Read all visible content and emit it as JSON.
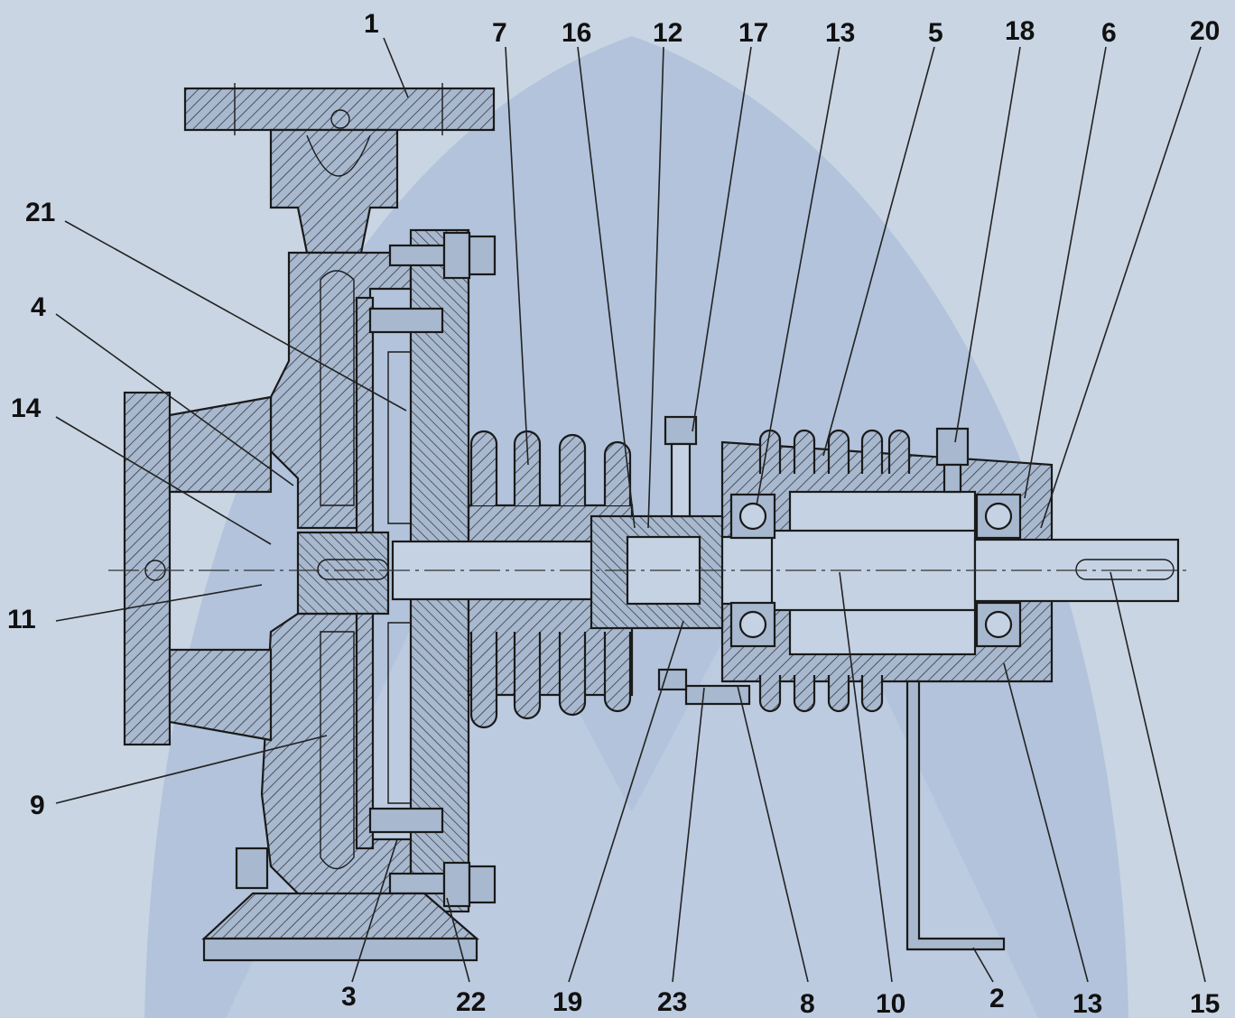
{
  "colors": {
    "background": "#c9d5e3",
    "watermark": "#a9bbd6",
    "part_fill": "#a7b8cf",
    "line": "#1a1a1a"
  },
  "labels": {
    "l1": "1",
    "l7": "7",
    "l16": "16",
    "l12": "12",
    "l17": "17",
    "l13_top": "13",
    "l5": "5",
    "l18": "18",
    "l6": "6",
    "l20": "20",
    "l21": "21",
    "l4": "4",
    "l14": "14",
    "l11": "11",
    "l9": "9",
    "l3": "3",
    "l22": "22",
    "l19": "19",
    "l23": "23",
    "l8": "8",
    "l10": "10",
    "l2": "2",
    "l13_bottom": "13",
    "l15": "15"
  }
}
